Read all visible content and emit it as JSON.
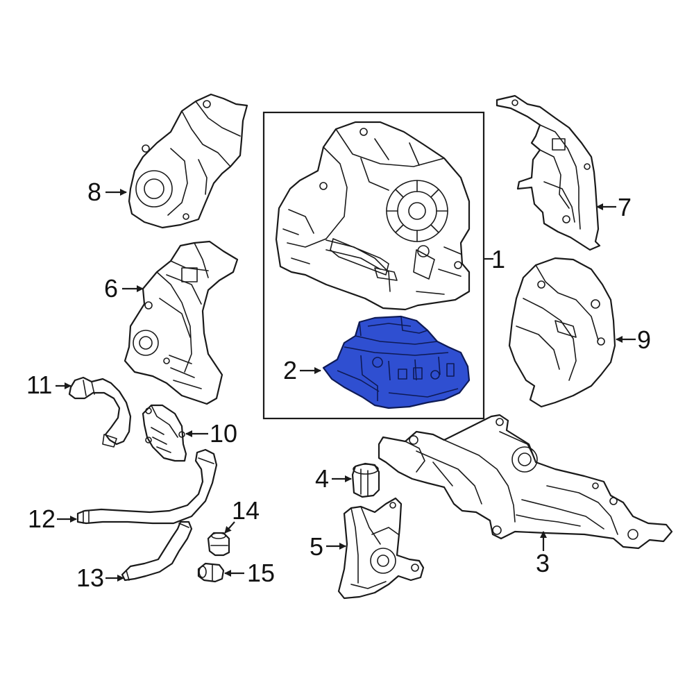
{
  "colors": {
    "highlight_fill": "#2f4fd1",
    "highlight_stroke": "#0e1a55",
    "line": "#1a1a1a",
    "background": "#ffffff"
  },
  "highlighted_part": "2",
  "callouts": {
    "c1": "1",
    "c2": "2",
    "c3": "3",
    "c4": "4",
    "c5": "5",
    "c6": "6",
    "c7": "7",
    "c8": "8",
    "c9": "9",
    "c10": "10",
    "c11": "11",
    "c12": "12",
    "c13": "13",
    "c14": "14",
    "c15": "15"
  }
}
